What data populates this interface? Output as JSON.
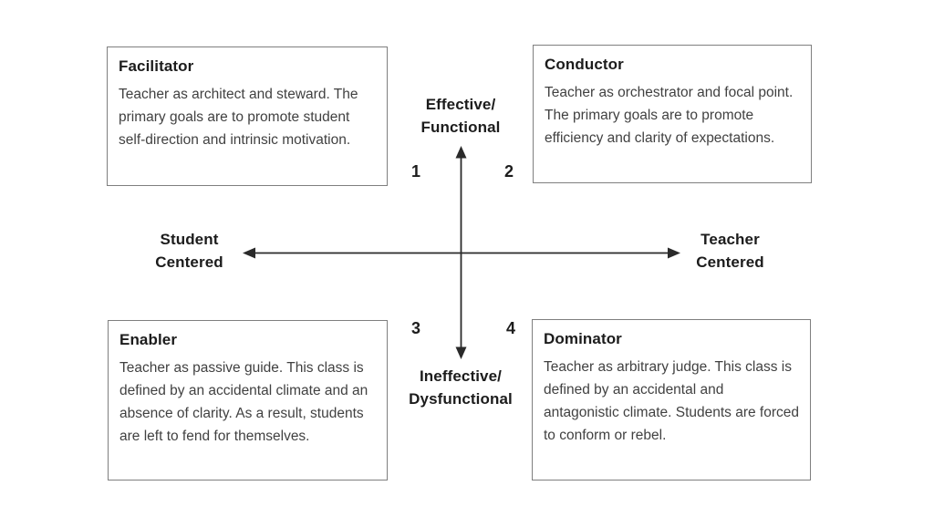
{
  "boxes": {
    "facilitator": {
      "title": "Facilitator",
      "description": "Teacher as architect and steward. The primary goals are to promote student self-direction and intrinsic motivation."
    },
    "conductor": {
      "title": "Conductor",
      "description": "Teacher as orchestrator and focal point. The primary goals are to promote efficiency and clarity of expectations."
    },
    "enabler": {
      "title": "Enabler",
      "description": "Teacher as passive guide. This class is defined by an accidental climate and an absence of clarity. As a result, students are left to fend for themselves."
    },
    "dominator": {
      "title": "Dominator",
      "description": "Teacher as arbitrary judge. This class is defined by an accidental and antagonistic climate. Students are forced to conform or rebel."
    }
  },
  "axis_labels": {
    "vertical_positive": {
      "line1": "Effective/",
      "line2": "Functional"
    },
    "vertical_negative": {
      "line1": "Ineffective/",
      "line2": "Dysfunctional"
    },
    "horizontal_left": {
      "line1": "Student",
      "line2": "Centered"
    },
    "horizontal_right": {
      "line1": "Teacher",
      "line2": "Centered"
    }
  },
  "quadrant_numbers": {
    "q1": "1",
    "q2": "2",
    "q3": "3",
    "q4": "4"
  },
  "colors": {
    "background": "#ffffff",
    "box_border": "#7f7f7f",
    "heading": "#1c1c1c",
    "body": "#414141",
    "axis": "#2a2a2a"
  }
}
